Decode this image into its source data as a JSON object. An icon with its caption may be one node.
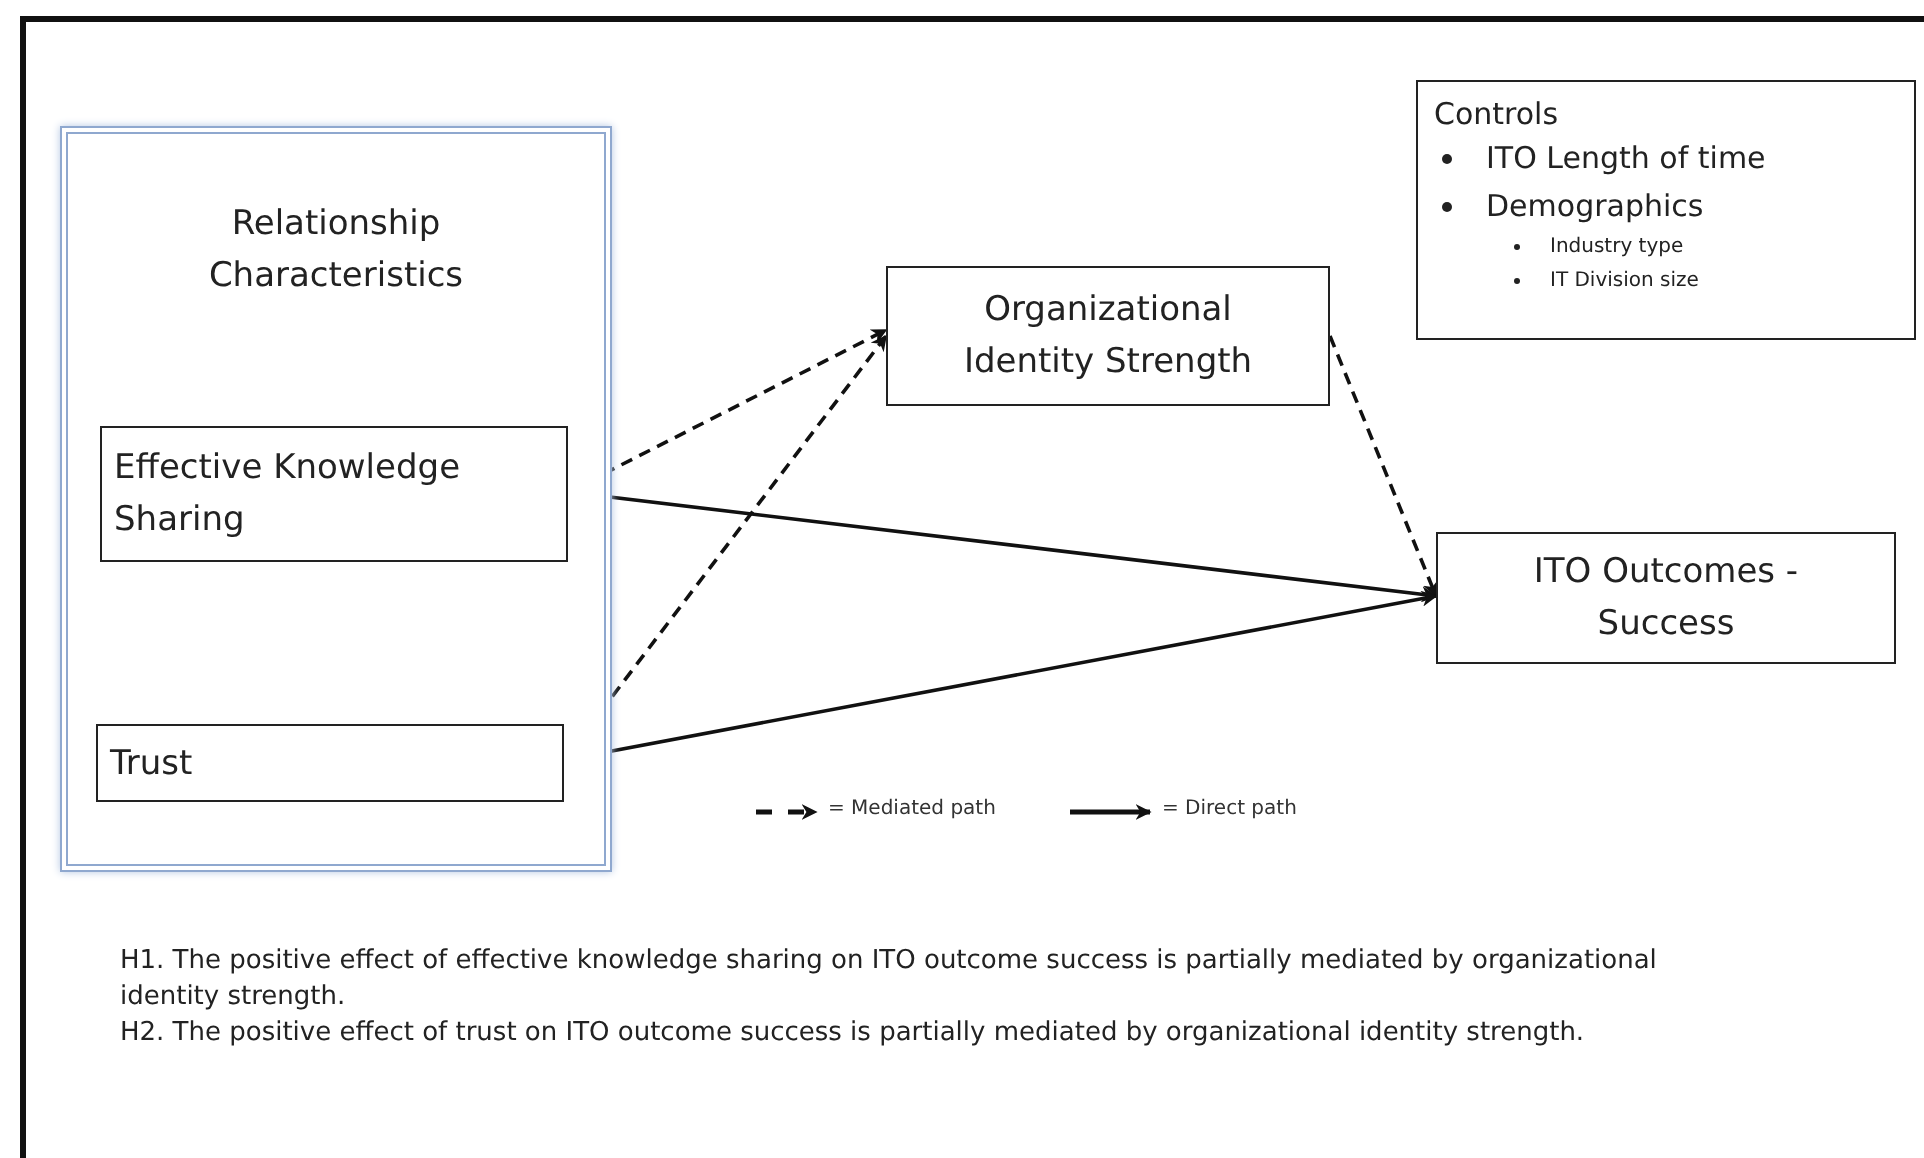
{
  "diagram": {
    "nodes": [
      {
        "text": [
          "Relationship Characteristics"
        ]
      },
      {
        "text": [
          "Effective Knowledge Sharing"
        ],
        "in": 0
      },
      {
        "text": [
          "Trust"
        ],
        "in": 0
      },
      {
        "text": [
          "Organizational Identity Strength"
        ]
      },
      {
        "text": [
          "ITO Outcomes - Success"
        ]
      },
      {
        "text": [
          "Controls",
          "ITO Length of time",
          "Demographics",
          "Industry type",
          "IT Division size"
        ]
      }
    ],
    "edges": [
      {
        "from": 1,
        "to": 3,
        "arrow": "to",
        "style": "dashed"
      },
      {
        "from": 2,
        "to": 3,
        "arrow": "to",
        "style": "dashed"
      },
      {
        "from": 3,
        "to": 4,
        "arrow": "to",
        "style": "dashed"
      },
      {
        "from": 1,
        "to": 4,
        "arrow": "to"
      },
      {
        "from": 2,
        "to": 4,
        "arrow": "to"
      }
    ],
    "labels": [
      "H1. The positive effect of effective knowledge sharing on ITO outcome success is partially mediated by organizational identity strength.",
      "H2. The positive effect of trust on ITO outcome success is partially mediated by organizational identity strength."
    ],
    "legend": [
      {
        "text": "= Mediated path"
      },
      {
        "text": "= Direct path"
      }
    ]
  }
}
